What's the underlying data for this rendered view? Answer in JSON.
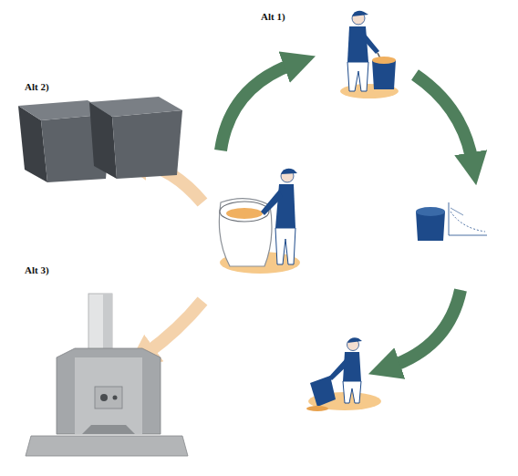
{
  "diagram": {
    "labels": [
      "Alt 1)",
      "Alt 2)",
      "Alt 3)"
    ]
  }
}
